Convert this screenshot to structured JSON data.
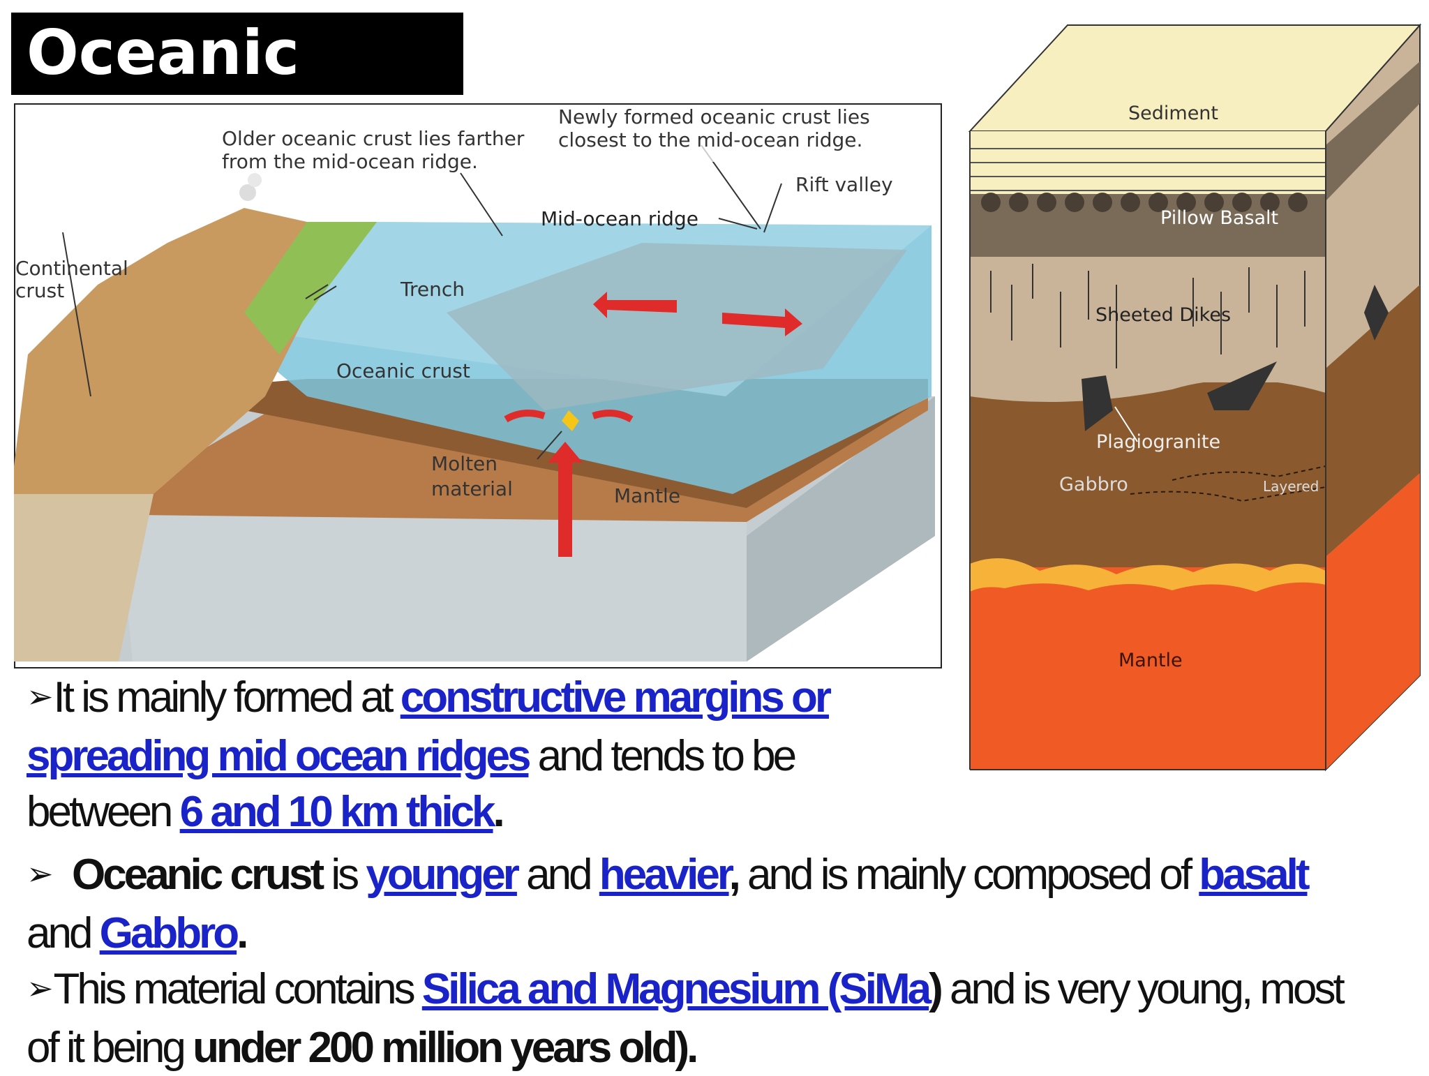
{
  "slide": {
    "title": "Oceanic Crust"
  },
  "diagram_left": {
    "labels": {
      "older_crust": [
        "Older oceanic crust lies farther",
        "from the mid-ocean ridge."
      ],
      "newly_formed": [
        "Newly formed oceanic crust lies",
        "closest to the mid-ocean ridge."
      ],
      "rift_valley": "Rift valley",
      "mid_ocean_ridge": "Mid-ocean ridge",
      "continental_crust": [
        "Continental",
        "crust"
      ],
      "trench": "Trench",
      "oceanic_crust": "Oceanic crust",
      "molten_material": [
        "Molten",
        "material"
      ],
      "mantle": "Mantle"
    }
  },
  "diagram_right": {
    "layers": {
      "sediment": "Sediment",
      "pillow_basalt": "Pillow Basalt",
      "sheeted_dikes": "Sheeted Dikes",
      "plagiogranite": "Plagiogranite",
      "gabbro": "Gabbro",
      "layered": "Layered",
      "mantle": "Mantle"
    },
    "colors": {
      "sediment": "#f7efc0",
      "pillow": "#7a6a58",
      "dikes": "#c9b49a",
      "gabbro": "#8a5a2e",
      "mantle": "#f05a24",
      "melt": "#f7b23a"
    }
  },
  "bullets": {
    "b1": {
      "t1": "It is mainly formed at ",
      "l1": "constructive margins or",
      "l2": "spreading mid ocean ridges",
      "t2": " and tends to be",
      "t3": "between ",
      "l3": "6 and 10 km thick",
      "t4": "."
    },
    "b2": {
      "s1": "Oceanic crust",
      "t1": " is ",
      "l1": "younger",
      "t2": " and ",
      "l2": "heavier",
      "t3": ",",
      "t4": " and is mainly composed of ",
      "l3": "basalt",
      "t5": "and ",
      "l4": "Gabbro",
      "t6": "."
    },
    "b3": {
      "t1": "This material contains ",
      "l1": "Silica and Magnesium (SiMa",
      "t2": ")",
      "t3": " and is very young, most",
      "t4": "of it being ",
      "s1": "under 200 million years old)."
    }
  }
}
